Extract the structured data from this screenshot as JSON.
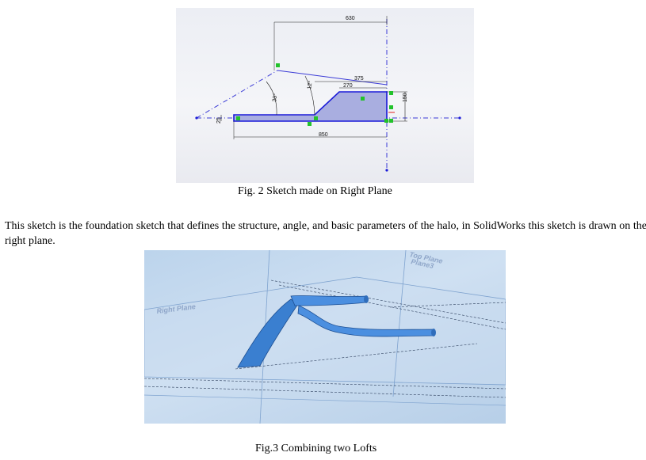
{
  "figure2": {
    "caption": "Fig. 2 Sketch made on Right Plane",
    "dimensions": {
      "overall_top": "630",
      "length_bottom": "850",
      "top_segment": "375",
      "inner_segment": "270",
      "right_height": "150",
      "left_height": "25",
      "angle_large": "30°",
      "angle_small": "12°"
    }
  },
  "paragraph": "This sketch is the foundation sketch that defines the structure, angle, and basic parameters of the halo, in SolidWorks this sketch is drawn on the right plane.",
  "figure3": {
    "caption": "Fig.3 Combining two Lofts",
    "plane_label_left": "Right Plane",
    "plane_label_top": "Top Plane",
    "plane_label_top2": "Plane3"
  },
  "colors": {
    "sketch_line": "#1a1ad8",
    "sketch_fill": "#a9aee0",
    "relation_marker": "#22c22b",
    "solid_body": "#3a7fd0"
  }
}
